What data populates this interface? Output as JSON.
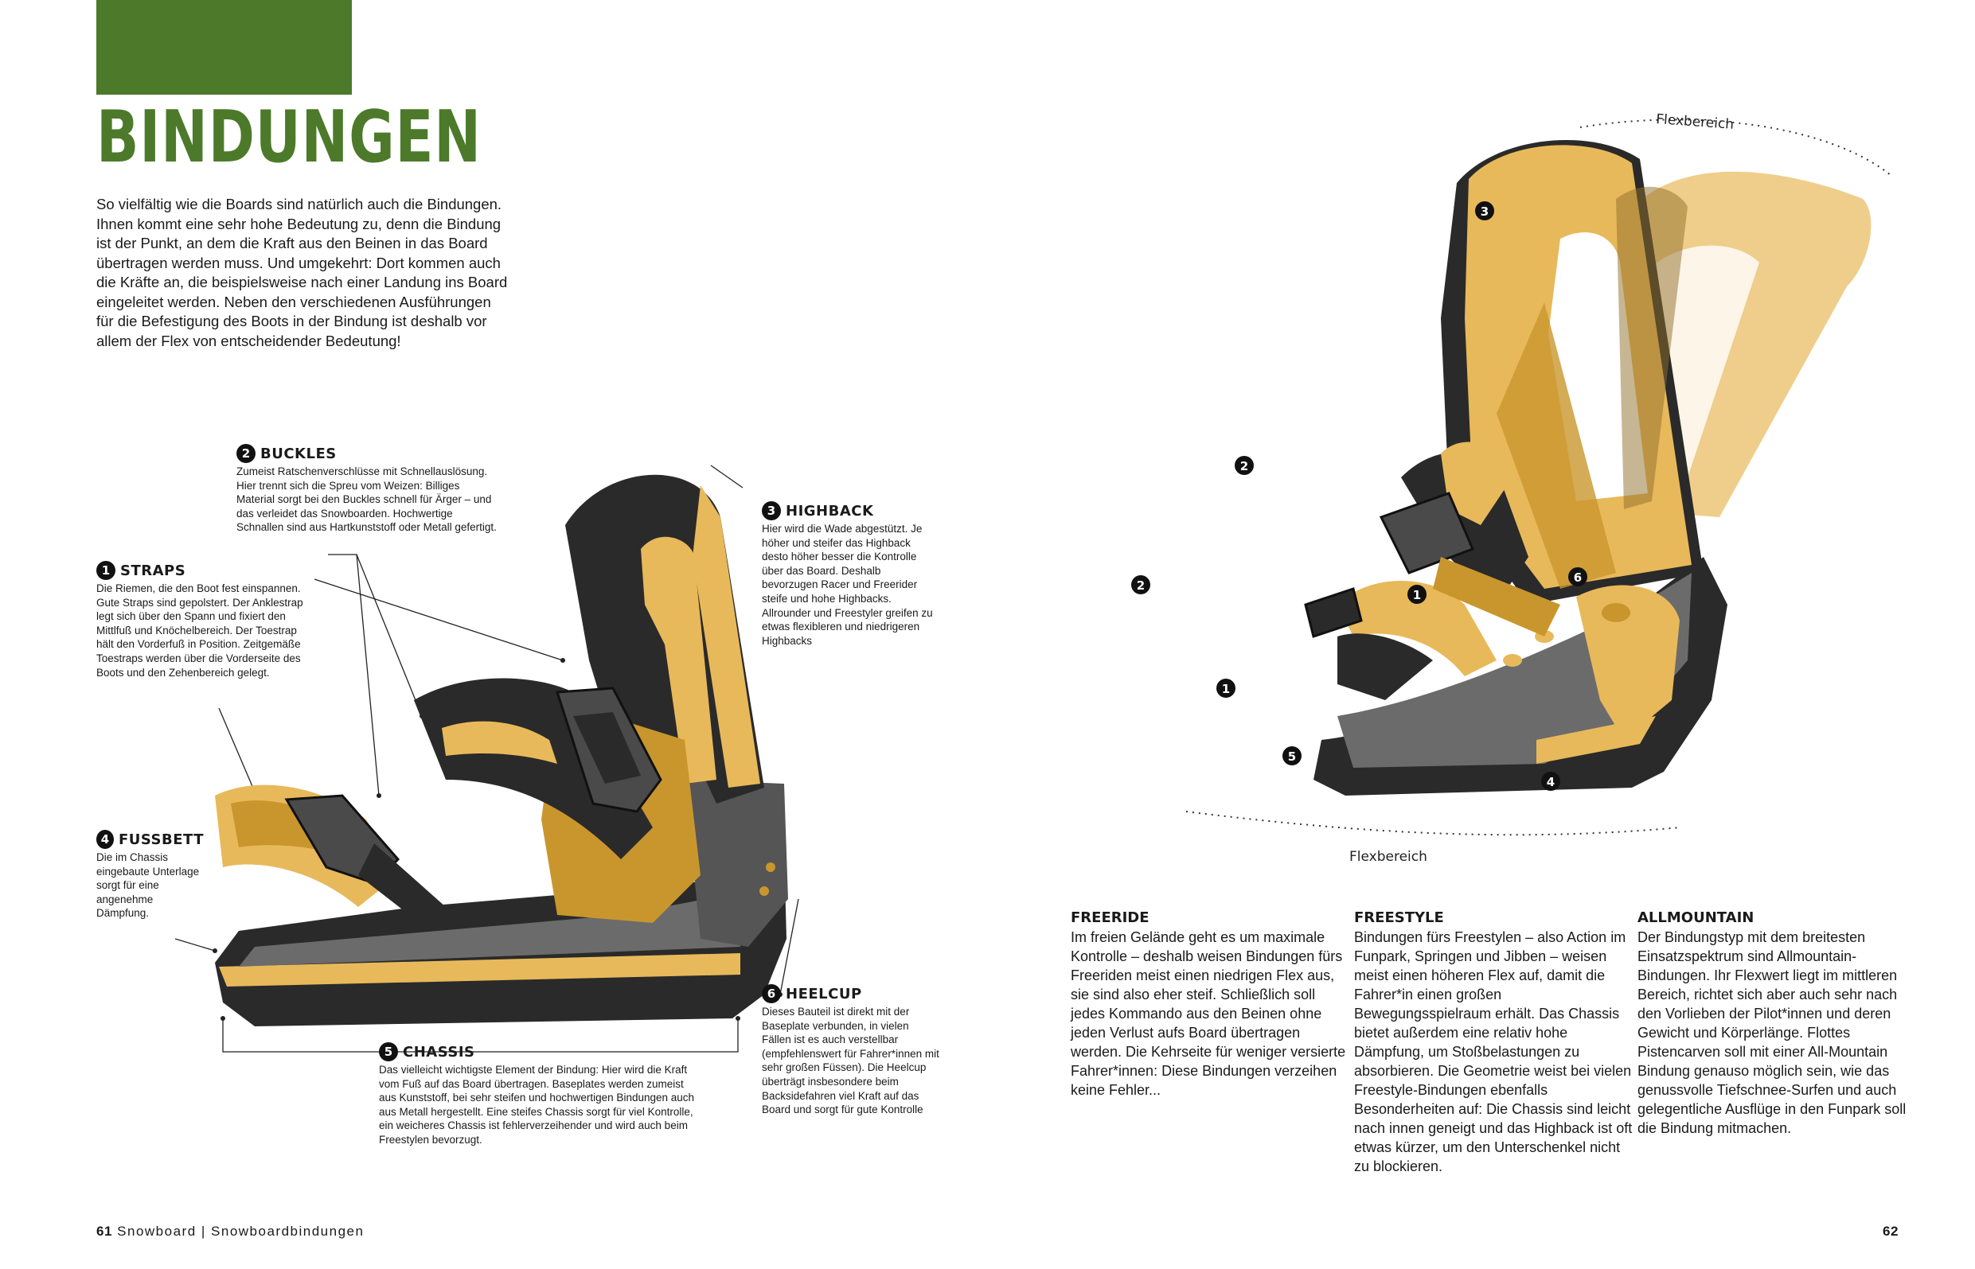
{
  "header": {
    "title": "BINDUNGEN"
  },
  "intro": "So vielfältig wie die Boards sind natürlich auch die Bindungen. Ihnen kommt eine sehr hohe Bedeutung zu, denn die Bindung ist der Punkt, an dem die Kraft aus den Beinen in das Board übertragen werden muss. Und umgekehrt: Dort kommen auch die Kräfte an, die beispielsweise nach einer Landung ins Board eingeleitet werden. Neben den verschiedenen Ausführungen für die Befestigung des Boots in der Bindung ist deshalb vor allem der Flex von entscheidender Bedeutung!",
  "callouts": {
    "buckles": {
      "num": "2",
      "title": "BUCKLES",
      "body": "Zumeist Ratschenverschlüsse mit Schnellauslösung. Hier trennt sich die Spreu vom Weizen: Billiges Material sorgt bei den Buckles schnell für Ärger – und das verleidet das Snowboarden. Hochwertige Schnallen sind aus Hartkunststoff oder Metall gefertigt."
    },
    "straps": {
      "num": "1",
      "title": "STRAPS",
      "body": "Die Riemen, die den Boot fest einspannen. Gute Straps sind gepolstert. Der Anklestrap legt sich über den Spann und fixiert den Mittlfuß und Knöchelbereich. Der Toestrap hält den Vorderfuß in Position. Zeitgemäße Toestraps werden über die Vorderseite des Boots und den Zehenbereich gelegt."
    },
    "highback": {
      "num": "3",
      "title": "HIGHBACK",
      "body": "Hier wird die Wade abgestützt. Je höher und steifer das Highback desto höher besser die Kontrolle über das Board. Deshalb bevorzugen Racer und Freerider steife und hohe Highbacks. Allrounder und Freestyler greifen zu etwas flexibleren und niedrigeren Highbacks"
    },
    "fussbett": {
      "num": "4",
      "title": "FUSSBETT",
      "body": "Die im Chassis eingebaute Unterlage sorgt für eine angenehme Dämpfung."
    },
    "heelcup": {
      "num": "6",
      "title": "HEELCUP",
      "body": "Dieses Bauteil ist direkt mit der Baseplate verbunden, in vielen Fällen ist es auch verstellbar (empfehlenswert für Fahrer*innen mit sehr großen Füssen). Die Heelcup überträgt insbesondere beim Backsidefahren viel Kraft auf das Board und sorgt für gute Kontrolle"
    },
    "chassis": {
      "num": "5",
      "title": "CHASSIS",
      "body": "Das vielleicht wichtigste Element der Bindung: Hier wird die Kraft vom Fuß auf das Board übertragen. Baseplates werden zumeist aus Kunststoff, bei sehr steifen und hochwertigen Bindungen auch aus Metall hergestellt. Eine steifes Chassis sorgt für viel Kontrolle, ein weicheres Chassis ist fehlerverzeihender und wird auch beim Freestylen bevorzugt."
    }
  },
  "diagram": {
    "flex_top": "Flexbereich",
    "flex_bottom": "Flexbereich",
    "markers": [
      "1",
      "2",
      "3",
      "4",
      "5",
      "6"
    ]
  },
  "columns": {
    "freeride": {
      "title": "FREERIDE",
      "body": "Im freien Gelände geht es um maximale Kontrolle – deshalb weisen Bindungen fürs Freeriden meist einen niedrigen Flex aus, sie sind also eher steif. Schließlich soll jedes Kommando aus den Beinen ohne jeden Verlust aufs Board übertragen werden. Die Kehrseite für weniger versierte Fahrer*innen: Diese Bindungen verzeihen keine Fehler..."
    },
    "freestyle": {
      "title": "FREESTYLE",
      "body": "Bindungen fürs Freestylen – also Action im Funpark, Springen und Jibben – weisen meist einen höheren Flex auf, damit die Fahrer*in einen großen Bewegungsspielraum erhält. Das Chassis bietet außerdem eine relativ hohe Dämpfung, um Stoßbelastungen zu absorbieren. Die Geometrie weist bei vielen Freestyle-Bindungen ebenfalls Besonderheiten auf: Die Chassis sind leicht nach innen geneigt und das Highback ist oft etwas kürzer, um den Unterschenkel nicht zu blockieren."
    },
    "allmountain": {
      "title": "ALLMOUNTAIN",
      "body": "Der Bindungstyp mit dem breitesten Einsatzspektrum sind Allmountain-Bindungen. Ihr Flexwert liegt im mittleren Bereich, richtet sich aber auch sehr nach den Vorlieben der Pilot*innen und deren Gewicht und Körperlänge. Flottes Pistencarven soll mit einer All-Mountain Bindung genauso möglich sein, wie das genussvolle Tiefschnee-Surfen und auch gelegentliche Ausflüge in den Funpark soll die Bindung mitmachen."
    }
  },
  "footer": {
    "left_page": "61",
    "left_text": "Snowboard | Snowboardbindungen",
    "right_page": "62"
  },
  "colors": {
    "accent_green": "#4c7a2a",
    "binding_yellow": "#e8b95a",
    "binding_dark_yellow": "#c9962d",
    "binding_black": "#2a2a2a",
    "binding_grey": "#6b6b6b"
  }
}
